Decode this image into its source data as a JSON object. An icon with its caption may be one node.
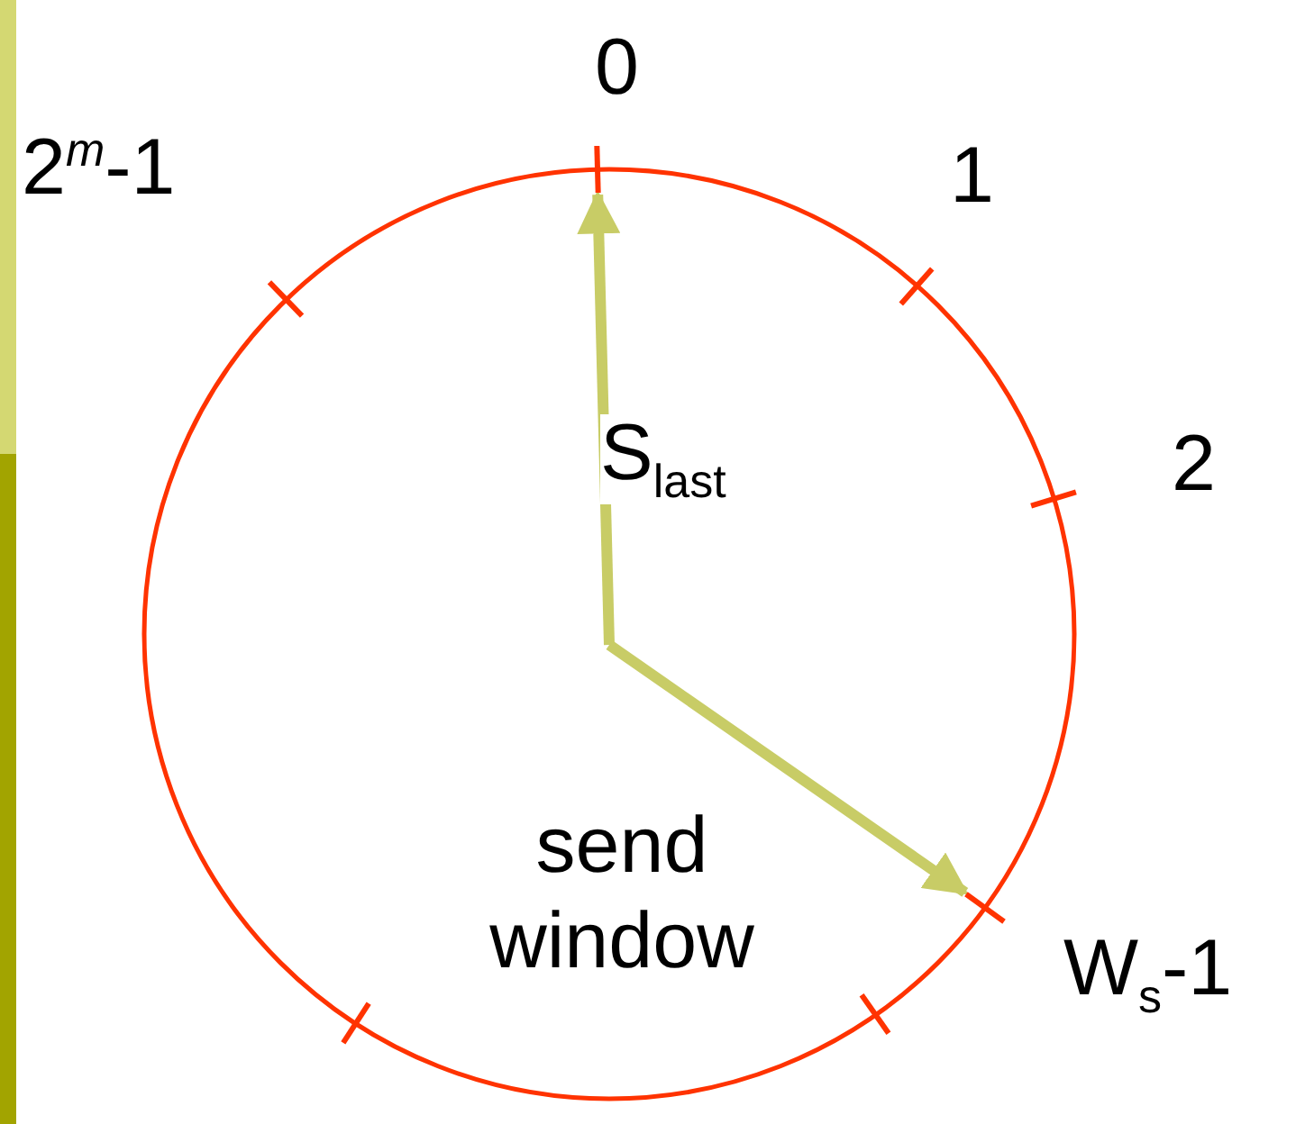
{
  "diagram": {
    "nodes": [
      {
        "text": [
          "send window"
        ]
      },
      {
        "text": [],
        "shape": "bar"
      },
      {
        "text": [],
        "shape": "bar"
      },
      {
        "text": [],
        "shape": "bar"
      },
      {
        "text": [],
        "shape": "bar"
      },
      {
        "text": [],
        "shape": "bar"
      },
      {
        "text": [],
        "shape": "bar"
      },
      {
        "text": [],
        "shape": "bar"
      }
    ],
    "edges": [
      {
        "from": 0,
        "to": 1,
        "arrow": "to",
        "label": "S$_{last}$"
      },
      {
        "from": 0,
        "to": 5,
        "arrow": "to"
      }
    ],
    "labels": [
      "0",
      "2$^{m}$-1",
      "1",
      "2",
      "W$_{s}$-1"
    ]
  }
}
